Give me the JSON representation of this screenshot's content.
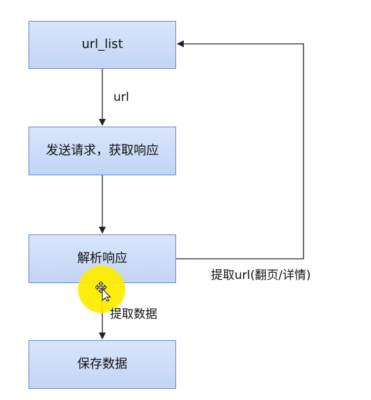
{
  "nodes": {
    "url_list": "url_list",
    "request": "发送请求，获取响应",
    "parse": "解析响应",
    "save": "保存数据"
  },
  "edge_labels": {
    "url": "url",
    "extract_url": "提取url(翻页/详情)",
    "extract_data": "提取数据"
  },
  "colors": {
    "box_fill": "#c9daf8",
    "box_border": "#6b87c7",
    "cursor_highlight": "#ffe600"
  },
  "icons": {
    "cursor": "move-cursor-icon"
  }
}
